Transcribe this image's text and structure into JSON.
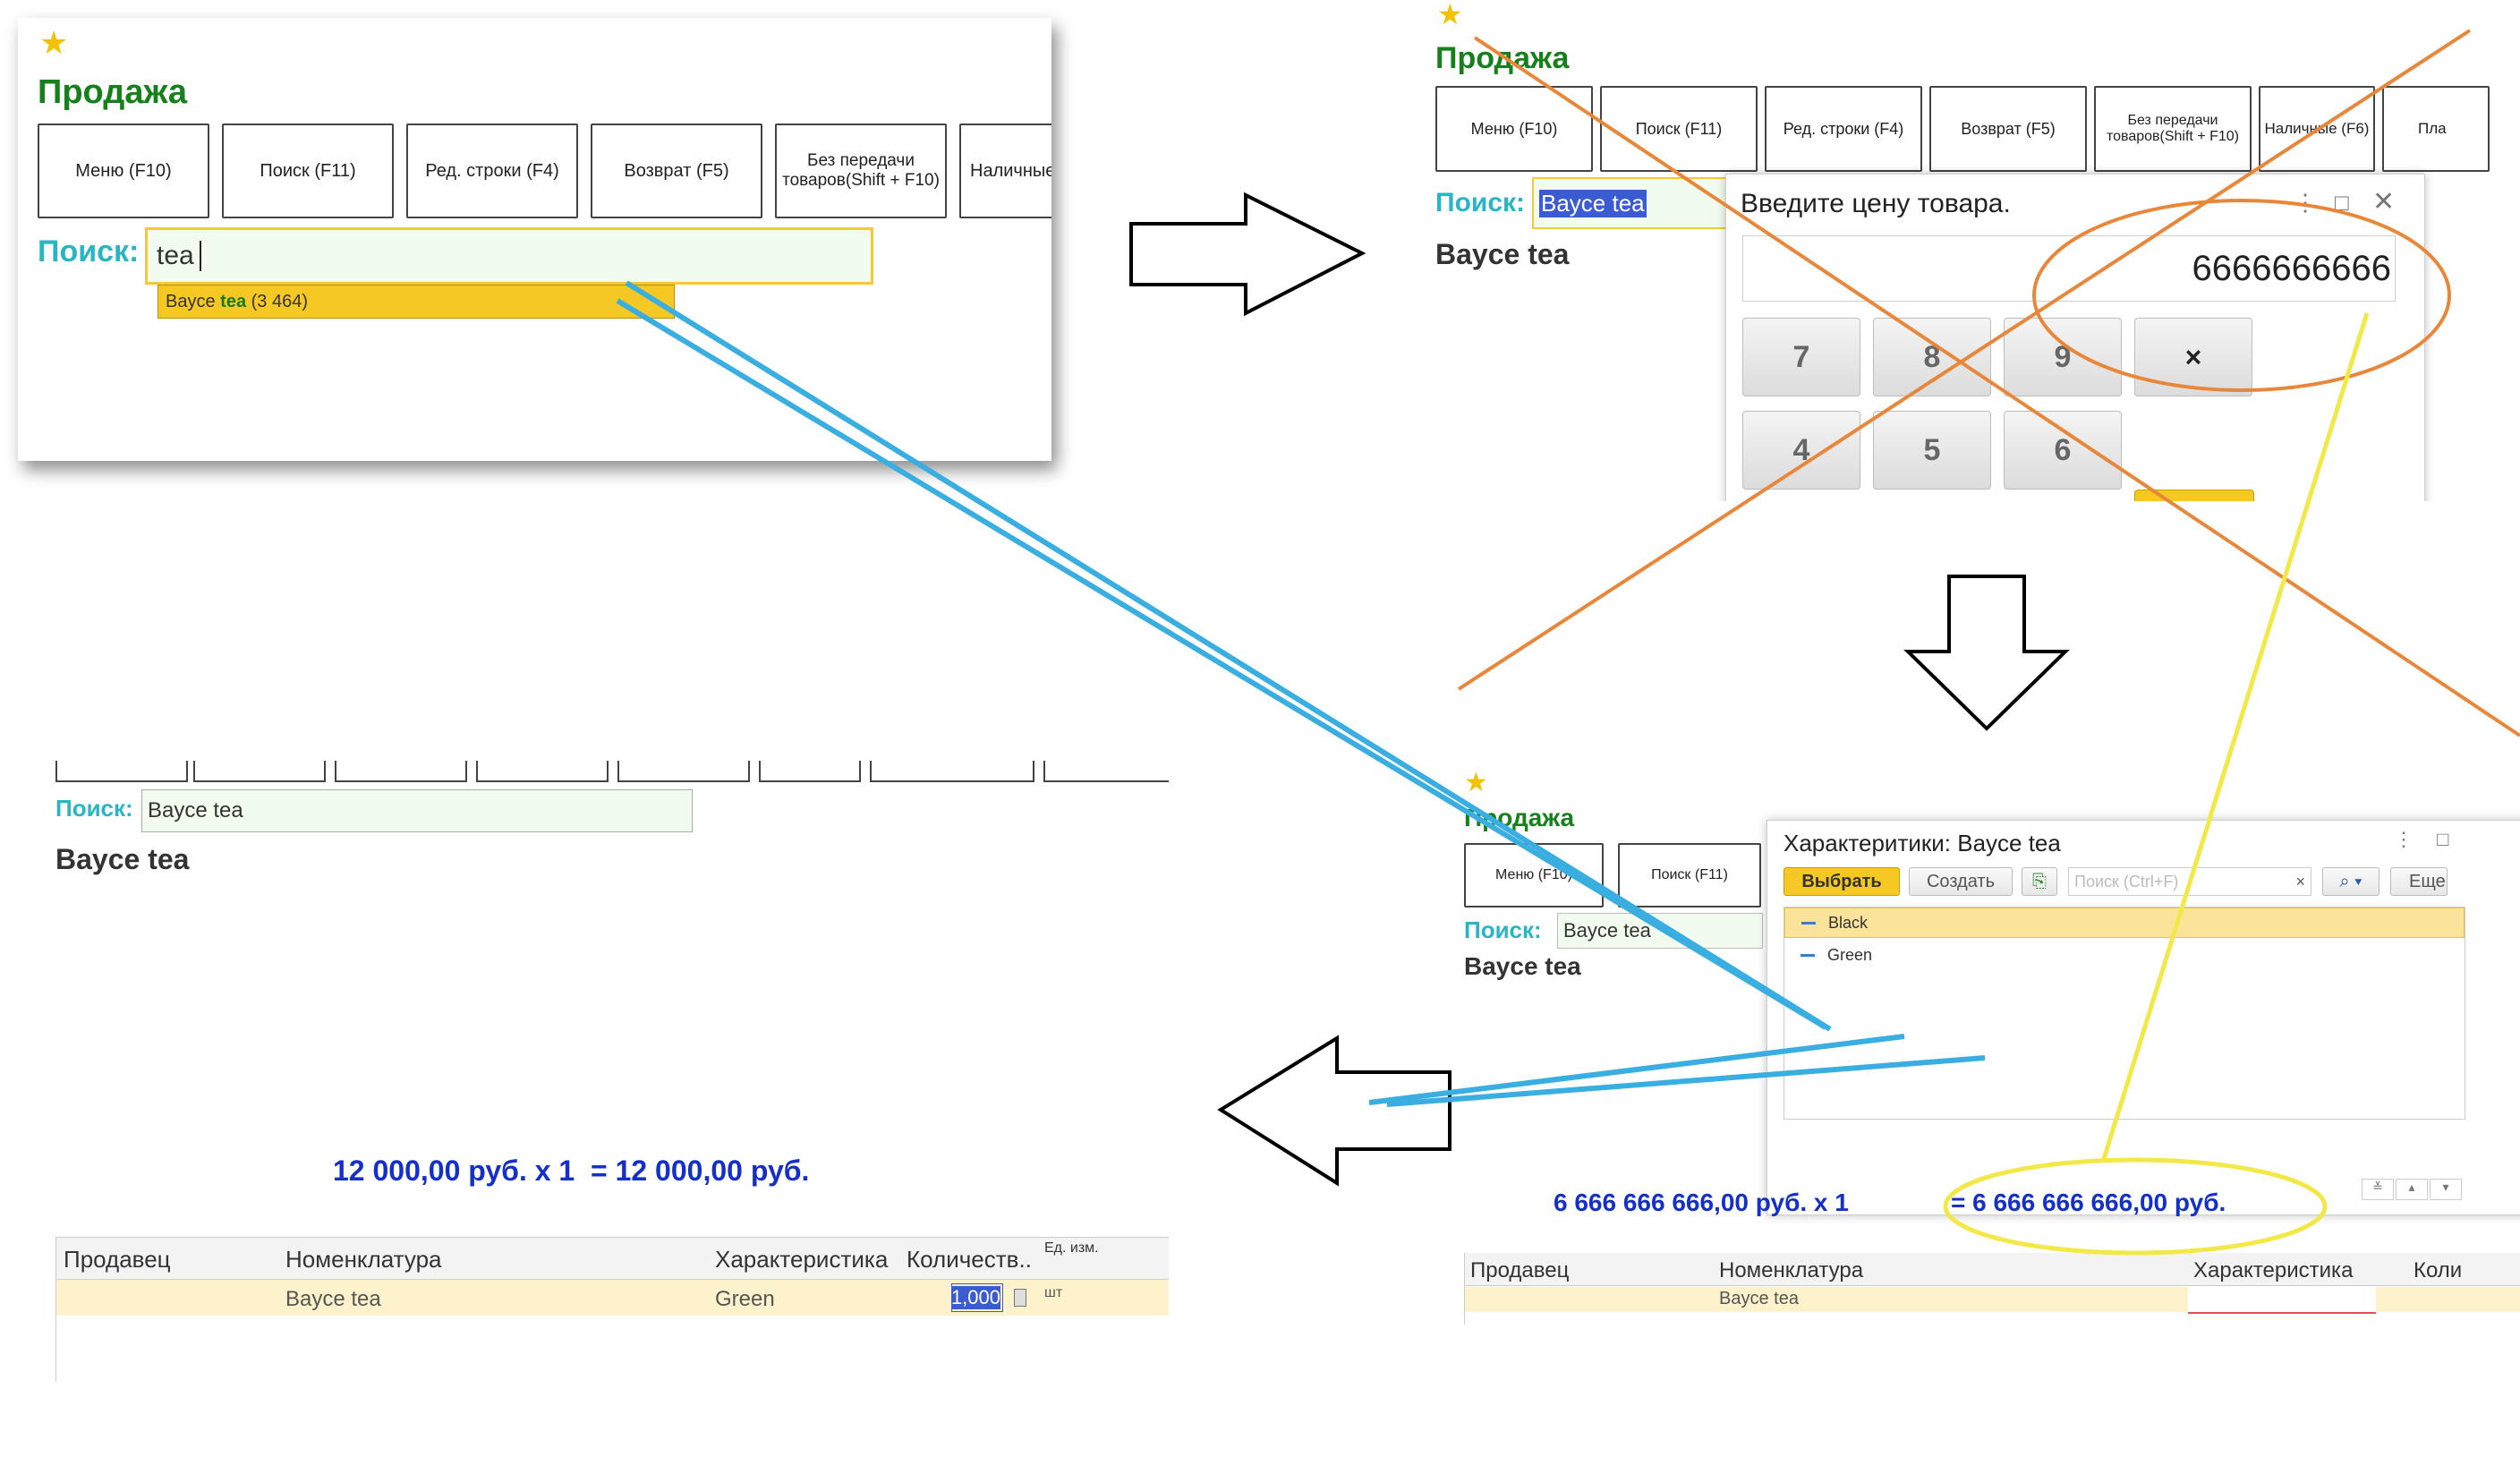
{
  "common": {
    "window_title": "Продажа",
    "search_label": "Поиск:",
    "product_name": "Bayce tea"
  },
  "panel1": {
    "toolbar": [
      "Меню (F10)",
      "Поиск (F11)",
      "Ред. строки (F4)",
      "Возврат (F5)",
      "Без передачи\nтоваров(Shift + F10)",
      "Наличные"
    ],
    "search_value": "tea",
    "suggestion_prefix": "Bayce ",
    "suggestion_match": "tea",
    "suggestion_suffix": " (3 464)"
  },
  "panel2": {
    "toolbar": [
      "Меню (F10)",
      "Поиск (F11)",
      "Ред. строки (F4)",
      "Возврат (F5)",
      "Без передачи\nтоваров(Shift + F10)",
      "Наличные (F6)",
      "Пла"
    ],
    "search_value": "Bayce tea",
    "dialog_title": "Введите цену товара.",
    "price_value": "6666666666",
    "keys": [
      "7",
      "8",
      "9",
      "×",
      "4",
      "5",
      "6"
    ]
  },
  "panel3": {
    "toolbar": [
      "Меню (F10)",
      "Поиск (F11)"
    ],
    "search_value": "Bayce tea",
    "dialog_title": "Характеритики: Bayce tea",
    "btn_select": "Выбрать",
    "btn_create": "Создать",
    "search_placeholder": "Поиск (Ctrl+F)",
    "btn_more": "Еще",
    "items": [
      "Black",
      "Green"
    ],
    "sum_left": "6 666 666 666,00 руб. x 1",
    "sum_right": "= 6 666 666 666,00 руб.",
    "table_headers": [
      "Продавец",
      "Номенклатура",
      "Характеристика",
      "Коли"
    ],
    "row_item": "Bayce tea"
  },
  "panel4": {
    "search_value": "Bayce tea",
    "sum": "12 000,00 руб. x 1  = 12 000,00 руб.",
    "table_headers": [
      "Продавец",
      "Номенклатура",
      "Характеристика",
      "Количеств..",
      "Ед. изм."
    ],
    "row": {
      "item": "Bayce tea",
      "characteristic": "Green",
      "quantity": "1,000",
      "unit": "шт"
    }
  },
  "annotations": {
    "cross_color": "#e8873a",
    "line_blue": "#3aaee0",
    "line_yellow": "#f3e84a"
  }
}
